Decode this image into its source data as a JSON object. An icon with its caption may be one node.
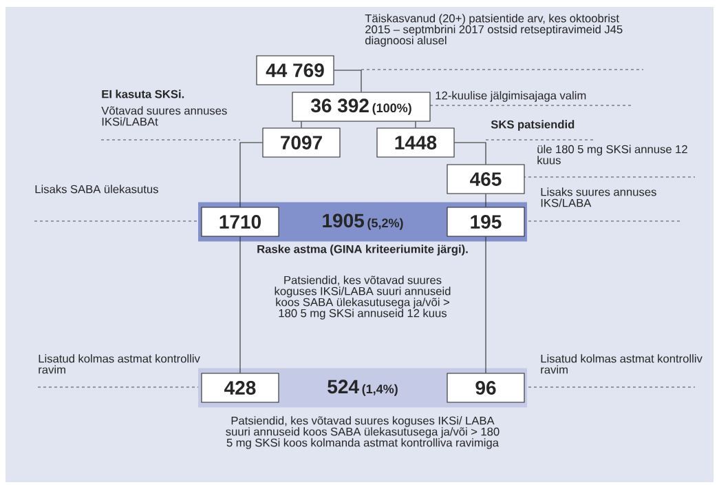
{
  "diagram": {
    "nodes": [
      {
        "text": [
          "44 769"
        ]
      },
      {
        "text": [
          "36 392",
          "(100%)"
        ]
      },
      {
        "text": [
          "7097"
        ]
      },
      {
        "text": [
          "1448"
        ]
      },
      {
        "text": [
          "465"
        ]
      },
      {
        "text": [
          "1905",
          "(5,2%)"
        ],
        "beside": [
          "Raske astma (GINA kriteeriumite järgi).",
          "Patsiendid, kes võtavad suures koguses IKSi/LABA suuri annuseid koos SABA ülekasutusega ja/või > 180 5 mg SKSi annuseid 12 kuus"
        ]
      },
      {
        "text": [
          "1710"
        ],
        "in": 5
      },
      {
        "text": [
          "195"
        ],
        "in": 5
      },
      {
        "text": [
          "524",
          "(1,4%)"
        ],
        "beside": [
          "Patsiendid, kes võtavad suures koguses IKSi/ LABA suuri annuseid koos SABA ülekasutusega ja/või > 180 5 mg SKSi koos kolmanda astmat kontrolliva ravimiga"
        ]
      },
      {
        "text": [
          "428"
        ],
        "in": 8
      },
      {
        "text": [
          "96"
        ],
        "in": 8
      }
    ],
    "edges": [
      {
        "from": 0,
        "to": 1,
        "arrow": "none"
      },
      {
        "from": 1,
        "to": 2,
        "arrow": "none"
      },
      {
        "from": 1,
        "to": 3,
        "arrow": "none"
      },
      {
        "from": 2,
        "to": 6,
        "arrow": "none"
      },
      {
        "from": 3,
        "to": 4,
        "arrow": "none"
      },
      {
        "from": 4,
        "to": 7,
        "arrow": "none"
      },
      {
        "from": 6,
        "to": 9,
        "arrow": "none"
      },
      {
        "from": 7,
        "to": 10,
        "arrow": "none"
      }
    ],
    "labels": [
      "Täiskasvanud (20+) patsientide arv, kes oktoobrist 2015 – septmbrini 2017 ostsid retseptiravimeid J45 diagnoosi alusel",
      "12-kuulise jälgimisajaga valim",
      "EI kasuta SKSi.",
      "Võtavad suures annuses IKSi/LABAt",
      "SKS patsiendid",
      "üle 180 5 mg SKSi annuse 12 kuus",
      "Lisaks SABA ülekasutus",
      "Lisaks suures annuses IKS/LABA",
      "Lisatud kolmas astmat kontrolliv ravim",
      "Lisatud kolmas astmat kontrolliv ravim"
    ]
  }
}
